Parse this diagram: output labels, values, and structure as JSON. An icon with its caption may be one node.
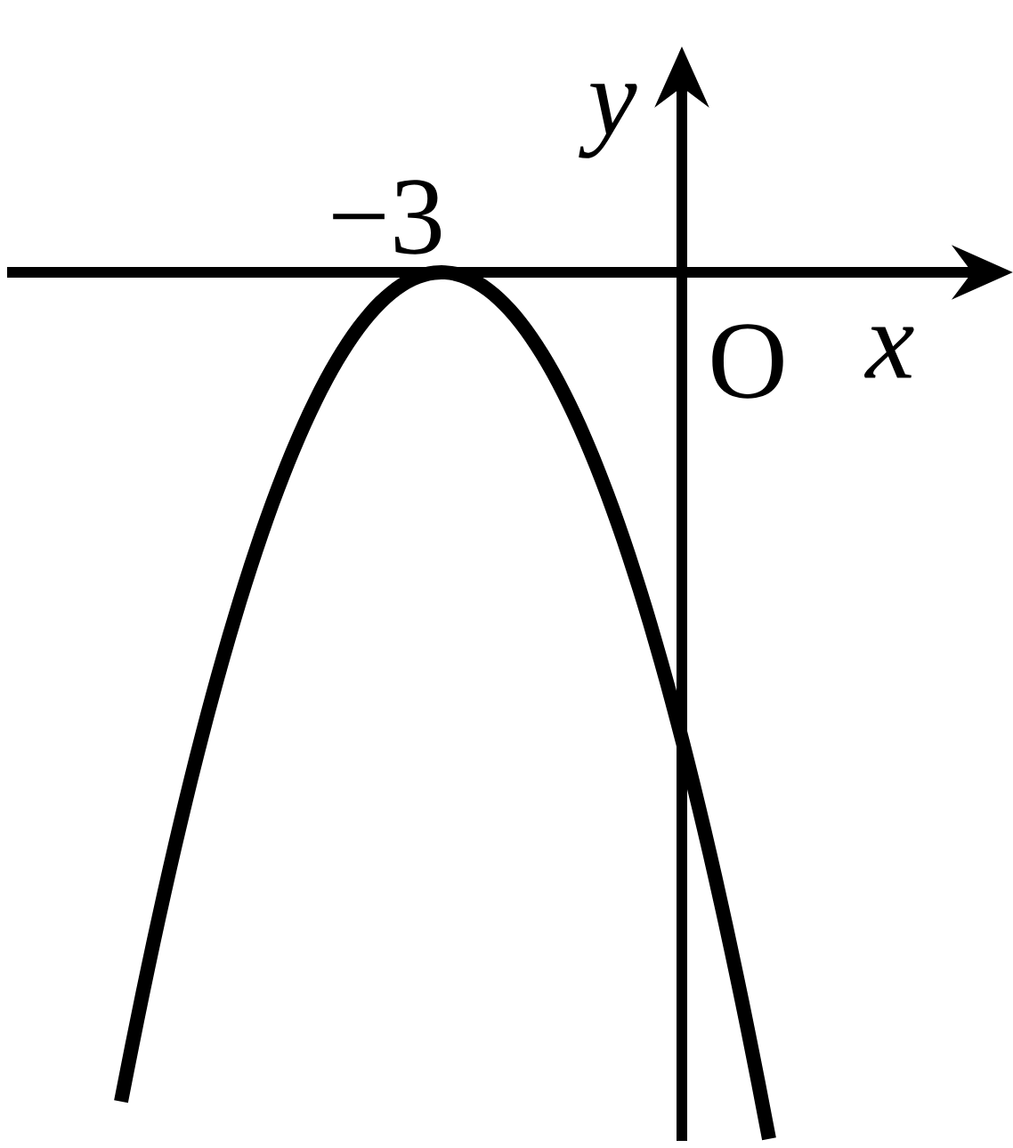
{
  "diagram": {
    "labels": [
      "y",
      "−3",
      "O",
      "x"
    ]
  }
}
